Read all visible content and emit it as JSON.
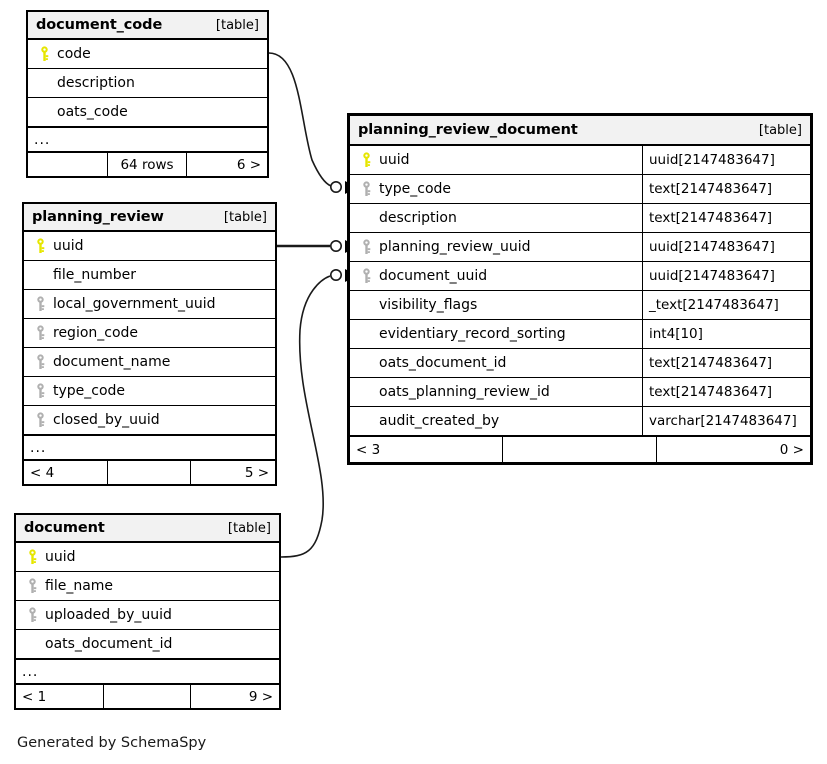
{
  "diagram": {
    "tool": "SchemaSpy",
    "caption": "Generated by SchemaSpy",
    "table_tag": "[table]",
    "ellipsis": "...",
    "colors": {
      "primary_key": "#e6e600",
      "foreign_key": "#b0b0b0",
      "header_bg": "#f2f2f2",
      "border": "#000000",
      "background": "#ffffff"
    }
  },
  "tables": {
    "document_code": {
      "name": "document_code",
      "tag": "[table]",
      "columns": [
        {
          "name": "code",
          "key": "primary"
        },
        {
          "name": "description",
          "key": "none"
        },
        {
          "name": "oats_code",
          "key": "none"
        }
      ],
      "has_more": true,
      "more_marker": "...",
      "footer": {
        "left": "",
        "center": "64 rows",
        "right": "6 >"
      }
    },
    "planning_review": {
      "name": "planning_review",
      "tag": "[table]",
      "columns": [
        {
          "name": "uuid",
          "key": "primary"
        },
        {
          "name": "file_number",
          "key": "none"
        },
        {
          "name": "local_government_uuid",
          "key": "foreign"
        },
        {
          "name": "region_code",
          "key": "foreign"
        },
        {
          "name": "document_name",
          "key": "foreign"
        },
        {
          "name": "type_code",
          "key": "foreign"
        },
        {
          "name": "closed_by_uuid",
          "key": "foreign"
        }
      ],
      "has_more": true,
      "more_marker": "...",
      "footer": {
        "left": "< 4",
        "center": "",
        "right": "5 >"
      }
    },
    "document": {
      "name": "document",
      "tag": "[table]",
      "columns": [
        {
          "name": "uuid",
          "key": "primary"
        },
        {
          "name": "file_name",
          "key": "foreign"
        },
        {
          "name": "uploaded_by_uuid",
          "key": "foreign"
        },
        {
          "name": "oats_document_id",
          "key": "none"
        }
      ],
      "has_more": true,
      "more_marker": "...",
      "footer": {
        "left": "< 1",
        "center": "",
        "right": "9 >"
      }
    },
    "planning_review_document": {
      "name": "planning_review_document",
      "tag": "[table]",
      "columns": [
        {
          "name": "uuid",
          "key": "primary",
          "type": "uuid[2147483647]"
        },
        {
          "name": "type_code",
          "key": "foreign",
          "type": "text[2147483647]"
        },
        {
          "name": "description",
          "key": "none",
          "type": "text[2147483647]"
        },
        {
          "name": "planning_review_uuid",
          "key": "foreign",
          "type": "uuid[2147483647]"
        },
        {
          "name": "document_uuid",
          "key": "foreign",
          "type": "uuid[2147483647]"
        },
        {
          "name": "visibility_flags",
          "key": "none",
          "type": "_text[2147483647]"
        },
        {
          "name": "evidentiary_record_sorting",
          "key": "none",
          "type": "int4[10]"
        },
        {
          "name": "oats_document_id",
          "key": "none",
          "type": "text[2147483647]"
        },
        {
          "name": "oats_planning_review_id",
          "key": "none",
          "type": "text[2147483647]"
        },
        {
          "name": "audit_created_by",
          "key": "none",
          "type": "varchar[2147483647]"
        }
      ],
      "has_more": false,
      "footer": {
        "left": "< 3",
        "center": "",
        "right": "0 >"
      }
    }
  },
  "relationships": [
    {
      "from_table": "document_code",
      "from_column": "code",
      "to_table": "planning_review_document",
      "to_column": "type_code",
      "cardinality": "zero-or-more"
    },
    {
      "from_table": "planning_review",
      "from_column": "uuid",
      "to_table": "planning_review_document",
      "to_column": "planning_review_uuid",
      "cardinality": "zero-or-more"
    },
    {
      "from_table": "document",
      "from_column": "uuid",
      "to_table": "planning_review_document",
      "to_column": "document_uuid",
      "cardinality": "zero-or-more"
    }
  ]
}
